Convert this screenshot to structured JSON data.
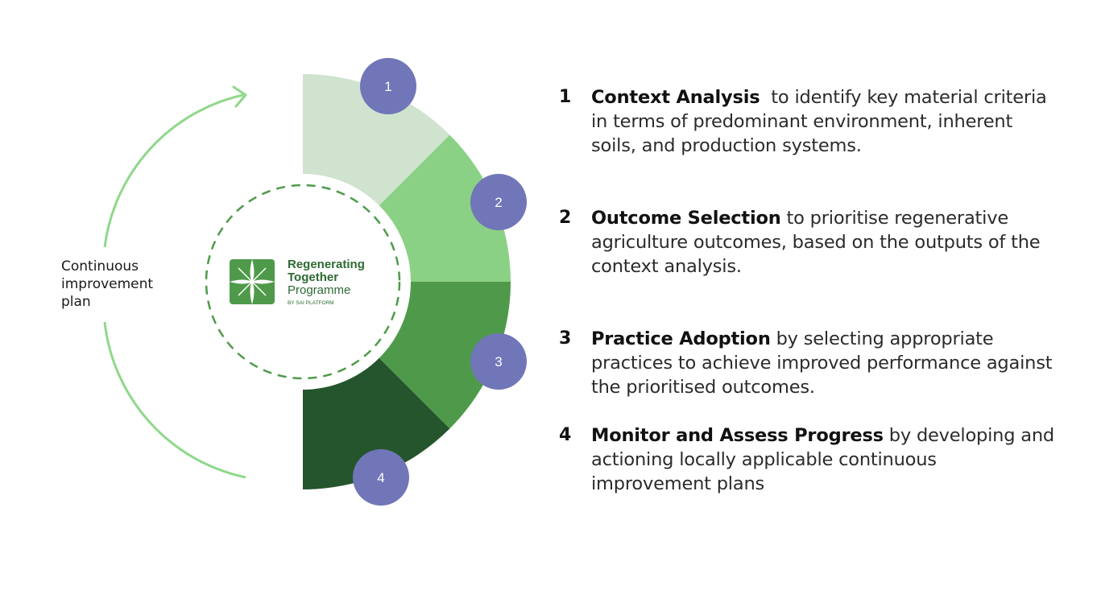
{
  "loop_label": [
    "Continuous",
    "improvement",
    "plan"
  ],
  "logo": {
    "line1": "Regenerating",
    "line2": "Together",
    "line3": "Programme",
    "line4": "BY SAI PLATFORM"
  },
  "markers": [
    "1",
    "2",
    "3",
    "4"
  ],
  "colors": {
    "segment_1": "#cfe3cf",
    "segment_2": "#8bd185",
    "segment_3": "#4f9a4a",
    "segment_4": "#24552c",
    "marker": "#7076b8",
    "loop_arrow": "#8fd88a",
    "logo_green": "#4f9a4a",
    "logo_text": "#2d6a33"
  },
  "steps": [
    {
      "num": "1",
      "title": "Context Analysis",
      "text": "  to identify key material criteria in terms of predominant environment, inherent soils, and production systems."
    },
    {
      "num": "2",
      "title": "Outcome Selection",
      "text": " to prioritise regenerative agriculture outcomes, based on the outputs of the context analysis."
    },
    {
      "num": "3",
      "title": "Practice Adoption",
      "text": " by selecting appropriate practices to achieve improved performance against the prioritised outcomes."
    },
    {
      "num": "4",
      "title": "Monitor and Assess Progress",
      "text": " by developing and actioning locally applicable continuous improvement plans"
    }
  ]
}
